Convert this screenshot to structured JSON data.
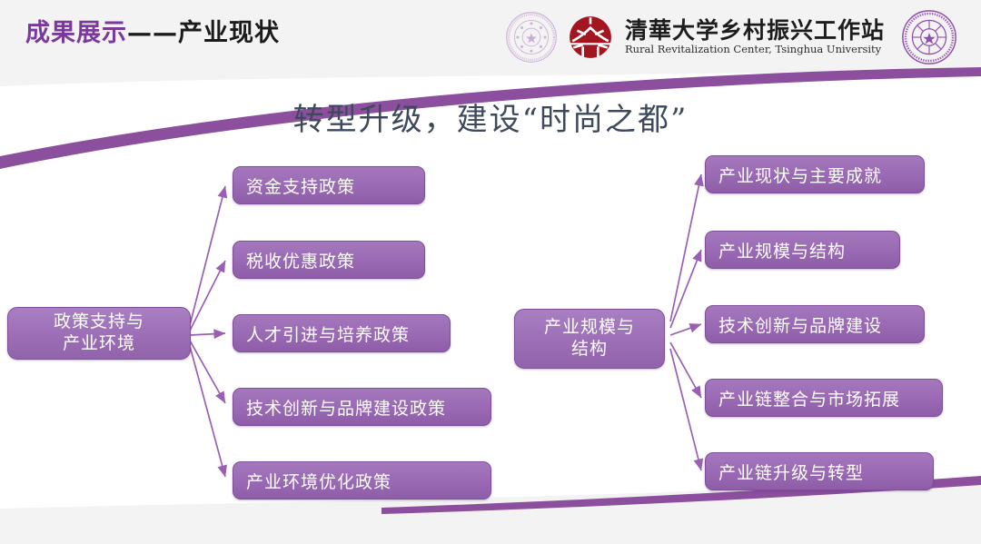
{
  "header": {
    "title_purple": "成果展示",
    "title_dark": "——产业现状",
    "logos": {
      "left_seal": "tsinghua-seal-faint-icon",
      "red_emblem": "rural-revitalization-emblem-icon",
      "wordmark_cn": "清華大学乡村振兴工作站",
      "wordmark_en": "Rural Revitalization Center, Tsinghua University",
      "right_seal": "tsinghua-university-seal-icon"
    }
  },
  "main": {
    "heading": "转型升级，建设“时尚之都”",
    "diagram": {
      "root": {
        "label": "政策支持与\n产业环境",
        "line1": "政策支持与",
        "line2": "产业环境"
      },
      "left_branches": [
        {
          "label": "资金支持政策"
        },
        {
          "label": "税收优惠政策"
        },
        {
          "label": "人才引进与培养政策"
        },
        {
          "label": "技术创新与品牌建设政策"
        },
        {
          "label": "产业环境优化政策"
        }
      ],
      "middle": {
        "line1": "产业规模与",
        "line2": "结构"
      },
      "right_branches": [
        {
          "label": "产业现状与主要成就"
        },
        {
          "label": "产业规模与结构"
        },
        {
          "label": "技术创新与品牌建设"
        },
        {
          "label": "产业链整合与市场拓展"
        },
        {
          "label": "产业链升级与转型"
        }
      ]
    }
  },
  "colors": {
    "accent_purple": "#7a3a9b",
    "node_fill": "#9a6ab4",
    "node_border": "#7f4e9b",
    "heading_text": "#3e4a5c",
    "band_gray": "#f3f3f3",
    "swoosh_purple": "#8b4f9e",
    "emblem_red": "#a3161f"
  }
}
